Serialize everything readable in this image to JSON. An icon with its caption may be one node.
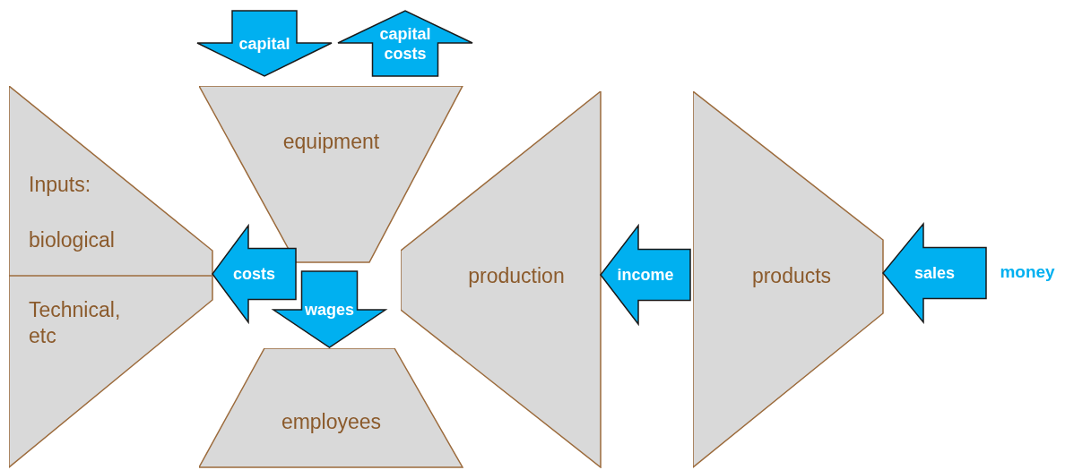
{
  "diagram": {
    "nodes": [
      {
        "text": [
          "Inputs:",
          "biological",
          "Technical, etc"
        ]
      },
      {
        "text": [
          "equipment"
        ]
      },
      {
        "text": [
          "employees"
        ]
      },
      {
        "text": [
          "production"
        ]
      },
      {
        "text": [
          "products"
        ]
      },
      {
        "text": [
          "money"
        ]
      }
    ],
    "edges": [
      {
        "from": null,
        "to": 1,
        "arrow": "to",
        "label": "capital"
      },
      {
        "from": 1,
        "to": null,
        "arrow": "to",
        "label": "capital costs"
      },
      {
        "from": null,
        "to": 0,
        "arrow": "to",
        "label": "costs"
      },
      {
        "from": null,
        "to": 2,
        "arrow": "to",
        "label": "wages"
      },
      {
        "from": 4,
        "to": 3,
        "arrow": "to",
        "label": "income"
      },
      {
        "from": 5,
        "to": 4,
        "arrow": "to",
        "label": "sales"
      }
    ]
  }
}
